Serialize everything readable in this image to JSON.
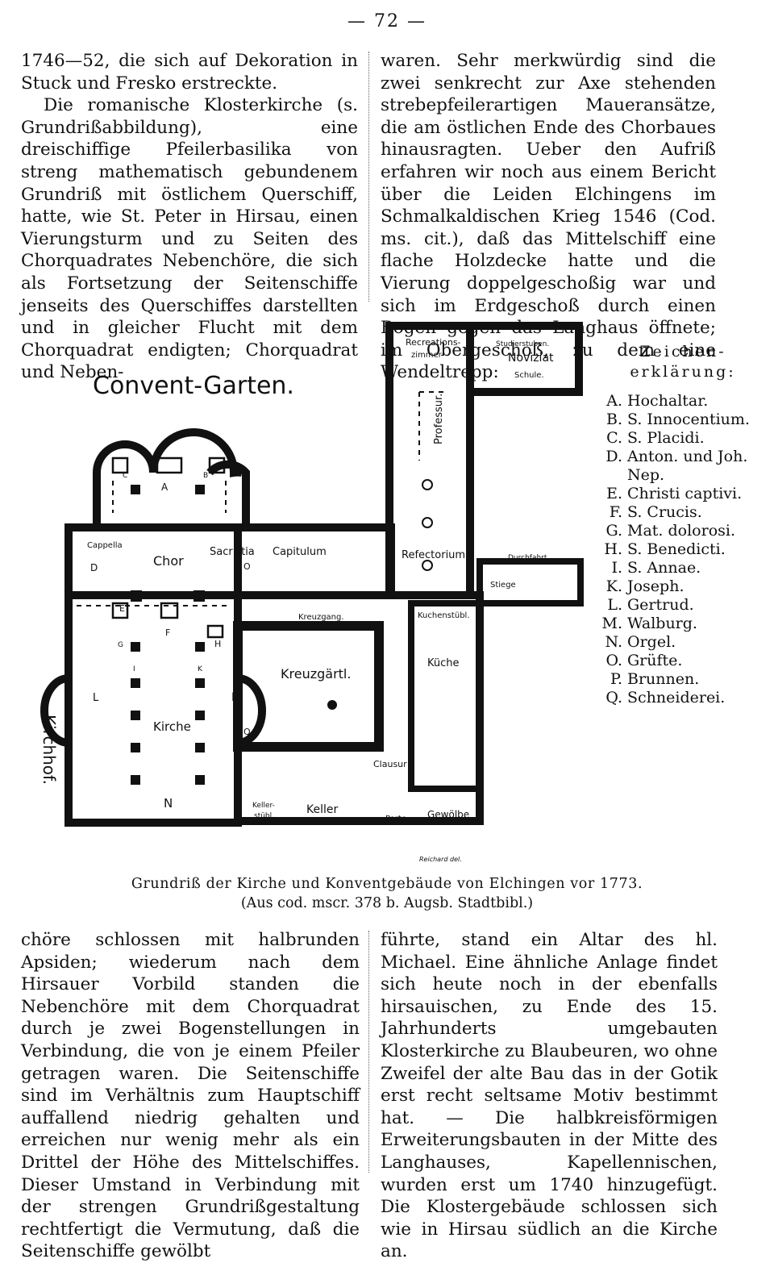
{
  "page_number": "— 72 —",
  "text": {
    "top_left": [
      {
        "text": "1746—52, die sich auf Dekoration in Stuck und Fresko erstreckte.",
        "indent": false
      },
      {
        "text": "Die romanische Klosterkirche (s. Grundrißabbildung), eine dreischiffige Pfeilerbasilika von streng mathematisch gebundenem Grundriß mit östlichem Querschiff, hatte, wie St. Peter in Hirsau, einen Vierungsturm und zu Seiten des Chorquadrates Nebenchöre, die sich als Fortsetzung der Seitenschiffe jenseits des Querschiffes darstellten und in gleicher Flucht mit dem Chorquadrat endigten; Chorquadrat und Neben-",
        "indent": true
      }
    ],
    "top_right": "waren. Sehr merkwürdig sind die zwei senkrecht zur Axe stehenden strebepfeilerartigen Maueransätze, die am östlichen Ende des Chorbaues hinausragten. Ueber den Aufriß erfahren wir noch aus einem Bericht über die Leiden Elchingens im Schmalkaldischen Krieg 1546 (Cod. ms. cit.), daß das Mittelschiff eine flache Holzdecke hatte und die Vierung doppelgeschoßig war und sich im Erdgeschoß durch einen Bogen gegen das Langhaus öffnete; im Obergeschoß, zu dem eine Wendeltrepp:",
    "bottom_left": "chöre schlossen mit halbrunden Apsiden; wiederum nach dem Hirsauer Vorbild standen die Nebenchöre mit dem Chorquadrat durch je zwei Bogenstellungen in Verbindung, die von je einem Pfeiler getragen waren. Die Seitenschiffe sind im Verhältnis zum Hauptschiff auffallend niedrig gehalten und erreichen nur wenig mehr als ein Drittel der Höhe des Mittelschiffes. Dieser Umstand in Verbindung mit der strengen Grundrißgestaltung rechtfertigt die Vermutung, daß die Seitenschiffe gewölbt",
    "bottom_right": "führte, stand ein Altar des hl. Michael. Eine ähnliche Anlage findet sich heute noch in der ebenfalls hirsauischen, zu Ende des 15. Jahrhunderts umgebauten Klosterkirche zu Blaubeuren, wo ohne Zweifel der alte Bau das in der Gotik erst recht seltsame Motiv bestimmt hat. — Die halbkreisförmigen Erweiterungsbauten in der Mitte des Langhauses, Kapellennischen, wurden erst um 1740 hinzugefügt. Die Klostergebäude schlossen sich wie in Hirsau südlich an die Kirche an."
  },
  "plan_labels": {
    "convent_garten": "Convent-Garten.",
    "kirchhof": "Kirchhof.",
    "recreations_zimmer": "Recreations-",
    "recreations_zimmer2": "zimmer",
    "studierstuben": "Studierstuben.",
    "noviziat": "Noviziat",
    "schule": "Schule.",
    "professur": "Professur.",
    "refectorium": "Refectorium.",
    "durchfahrt": "Durchfahrt.",
    "stiege": "Stiege",
    "cappella": "Cappella",
    "chor": "Chor",
    "sacristia": "Sacristia",
    "capitulum": "Capitulum",
    "kreuzgang": "Kreuzgang.",
    "kuchenstub": "Kuchenstübl.",
    "kuche": "Küche",
    "kreuzgartl": "Kreuzgärtl.",
    "kirche": "Kirche",
    "clausur": "Clausur",
    "kellerstubl": "Keller-",
    "kellerstubl2": "stübl.",
    "keller": "Keller",
    "porte": "Porte",
    "gewolbe": "Gewölbe",
    "signature": "Reichard del.",
    "letters": {
      "A": "A",
      "B": "B",
      "C": "C",
      "D": "D",
      "E": "E",
      "F": "F",
      "G": "G",
      "H": "H",
      "I": "I",
      "K": "K",
      "L": "L",
      "M": "M",
      "N": "N",
      "O": "O",
      "Q": "Q"
    }
  },
  "legend": {
    "title": "Zeichen-erklärung:",
    "items": [
      {
        "key": "A.",
        "value": "Hochaltar."
      },
      {
        "key": "B.",
        "value": "S. Innocentium."
      },
      {
        "key": "C.",
        "value": "S. Placidi."
      },
      {
        "key": "D.",
        "value": "Anton. und Joh. Nep."
      },
      {
        "key": "E.",
        "value": "Christi captivi."
      },
      {
        "key": "F.",
        "value": "S. Crucis."
      },
      {
        "key": "G.",
        "value": "Mat. dolorosi."
      },
      {
        "key": "H.",
        "value": "S. Benedicti."
      },
      {
        "key": "I.",
        "value": "S. Annae."
      },
      {
        "key": "K.",
        "value": "Joseph."
      },
      {
        "key": "L.",
        "value": "Gertrud."
      },
      {
        "key": "M.",
        "value": "Walburg."
      },
      {
        "key": "N.",
        "value": "Orgel."
      },
      {
        "key": "O.",
        "value": "Grüfte."
      },
      {
        "key": "P.",
        "value": "Brunnen."
      },
      {
        "key": "Q.",
        "value": "Schneiderei."
      }
    ]
  },
  "caption": {
    "line1": "Grundriß der Kirche und Konventgebäude von Elchingen vor 1773.",
    "line2": "(Aus cod. mscr. 378 b. Augsb. Stadtbibl.)"
  }
}
